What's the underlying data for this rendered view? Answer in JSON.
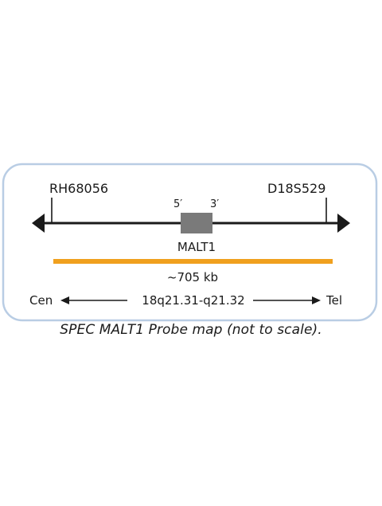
{
  "probe": {
    "left_marker": "RH68056",
    "right_marker": "D18S529",
    "gene_label": "MALT1",
    "five_prime": "5′",
    "three_prime": "3′",
    "size_label": "~705 kb"
  },
  "orientation": {
    "left": "Cen",
    "right": "Tel",
    "region": "18q21.31-q21.32"
  },
  "caption": "SPEC MALT1 Probe map (not to scale).",
  "colors": {
    "frame": "#b9cde4",
    "probe_bar": "#f0a01e",
    "gene_box": "#7a7a7a",
    "line": "#1a1a1a"
  }
}
